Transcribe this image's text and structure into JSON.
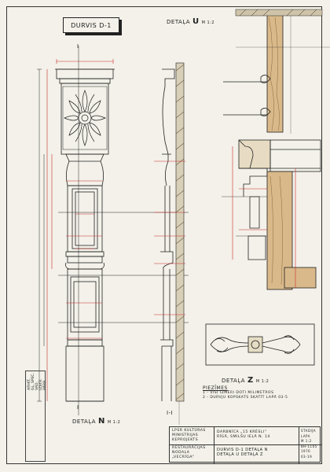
{
  "sheet": {
    "title": "DURVIS D-1",
    "section_marks": [
      "I",
      "I",
      "I-I"
    ]
  },
  "details": {
    "u": {
      "prefix": "DETAĻA",
      "letter": "U",
      "scale": "M 1:2"
    },
    "n": {
      "prefix": "DETAĻA",
      "letter": "N",
      "scale": "M 1:2"
    },
    "z": {
      "prefix": "DETAĻA",
      "letter": "Z",
      "scale": "M 1:2"
    }
  },
  "notes": {
    "heading": "PIEZĪMES",
    "lines": [
      "1 - VISI IZMĒRI DOTI MILIMETROS",
      "2 - DURVJU KOPSKATS SKATĪT LAPĀ 03-5"
    ]
  },
  "title_block": {
    "org": [
      "LPSR KULTŪRAS",
      "MINISTRIJAS",
      "KEPROJEKTS",
      "RESTAURĀCIJAS",
      "NODAĻA",
      "„VECRĪGA”"
    ],
    "project": [
      "DARBNĪCA „15 KRĒSLI”",
      "RĪGĀ, SMILŠU IELĀ N. 14"
    ],
    "drawing": [
      "DURVIS D-1  DETAĻA N",
      "DETAĻA U  DETAĻA Z"
    ],
    "codes": [
      "STADIJA",
      "LAPA",
      "M 1:2",
      "8H-1105",
      "1976",
      "03-19"
    ]
  },
  "stamp": {
    "lines": [
      "ARHIT.",
      "GL. SPEC.",
      "VAD.",
      "IZSTR.",
      "PĀRB."
    ]
  },
  "colors": {
    "ink": "#222222",
    "dimension_red": "#cc2b2b",
    "paper": "#f3f1e9",
    "hatch": "#6b5a3a"
  }
}
